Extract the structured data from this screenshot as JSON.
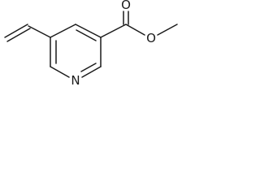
{
  "molecule": {
    "atom_labels": {
      "carbonyl_oxygen": "O",
      "ester_oxygen": "O",
      "ring_nitrogen": "N"
    }
  }
}
